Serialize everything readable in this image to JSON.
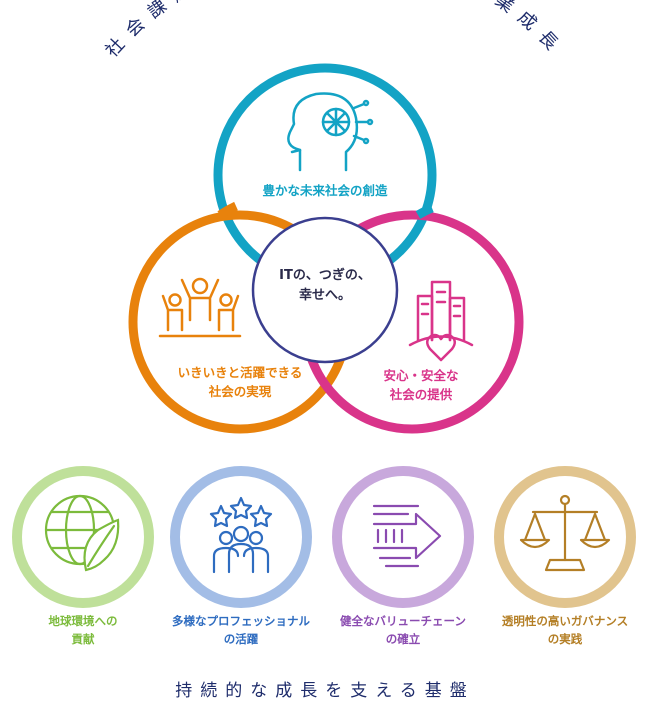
{
  "arc_title": "社会課題解決を通じた持続的な事業成長",
  "center": {
    "line1": "ITの、つぎの、",
    "line2": "幸せへ。"
  },
  "pillars": {
    "top": {
      "label": "豊かな未来社会の創造",
      "color": "#13a3c5",
      "icon": "ai-head-icon"
    },
    "left": {
      "line1": "いきいきと活躍できる",
      "line2": "社会の実現",
      "color": "#e8820c",
      "icon": "people-cheering-icon"
    },
    "right": {
      "line1": "安心・安全な",
      "line2": "社会の提供",
      "color": "#d9348a",
      "icon": "city-heart-icon"
    }
  },
  "foundations": [
    {
      "line1": "地球環境への",
      "line2": "貢献",
      "color": "#7cbb3c",
      "ring": "#bfe09a",
      "icon": "globe-leaf-icon"
    },
    {
      "line1": "多様なプロフェッショナル",
      "line2": "の活躍",
      "color": "#2e6cc0",
      "ring": "#a3bde6",
      "icon": "team-stars-icon"
    },
    {
      "line1": "健全なバリューチェーン",
      "line2": "の確立",
      "color": "#8a4bb0",
      "ring": "#c8a8dc",
      "icon": "arrow-flow-icon"
    },
    {
      "line1": "透明性の高いガバナンス",
      "line2": "の実践",
      "color": "#b47f26",
      "ring": "#e1c48e",
      "icon": "scales-icon"
    }
  ],
  "bottom_title": "持続的な成長を支える基盤"
}
